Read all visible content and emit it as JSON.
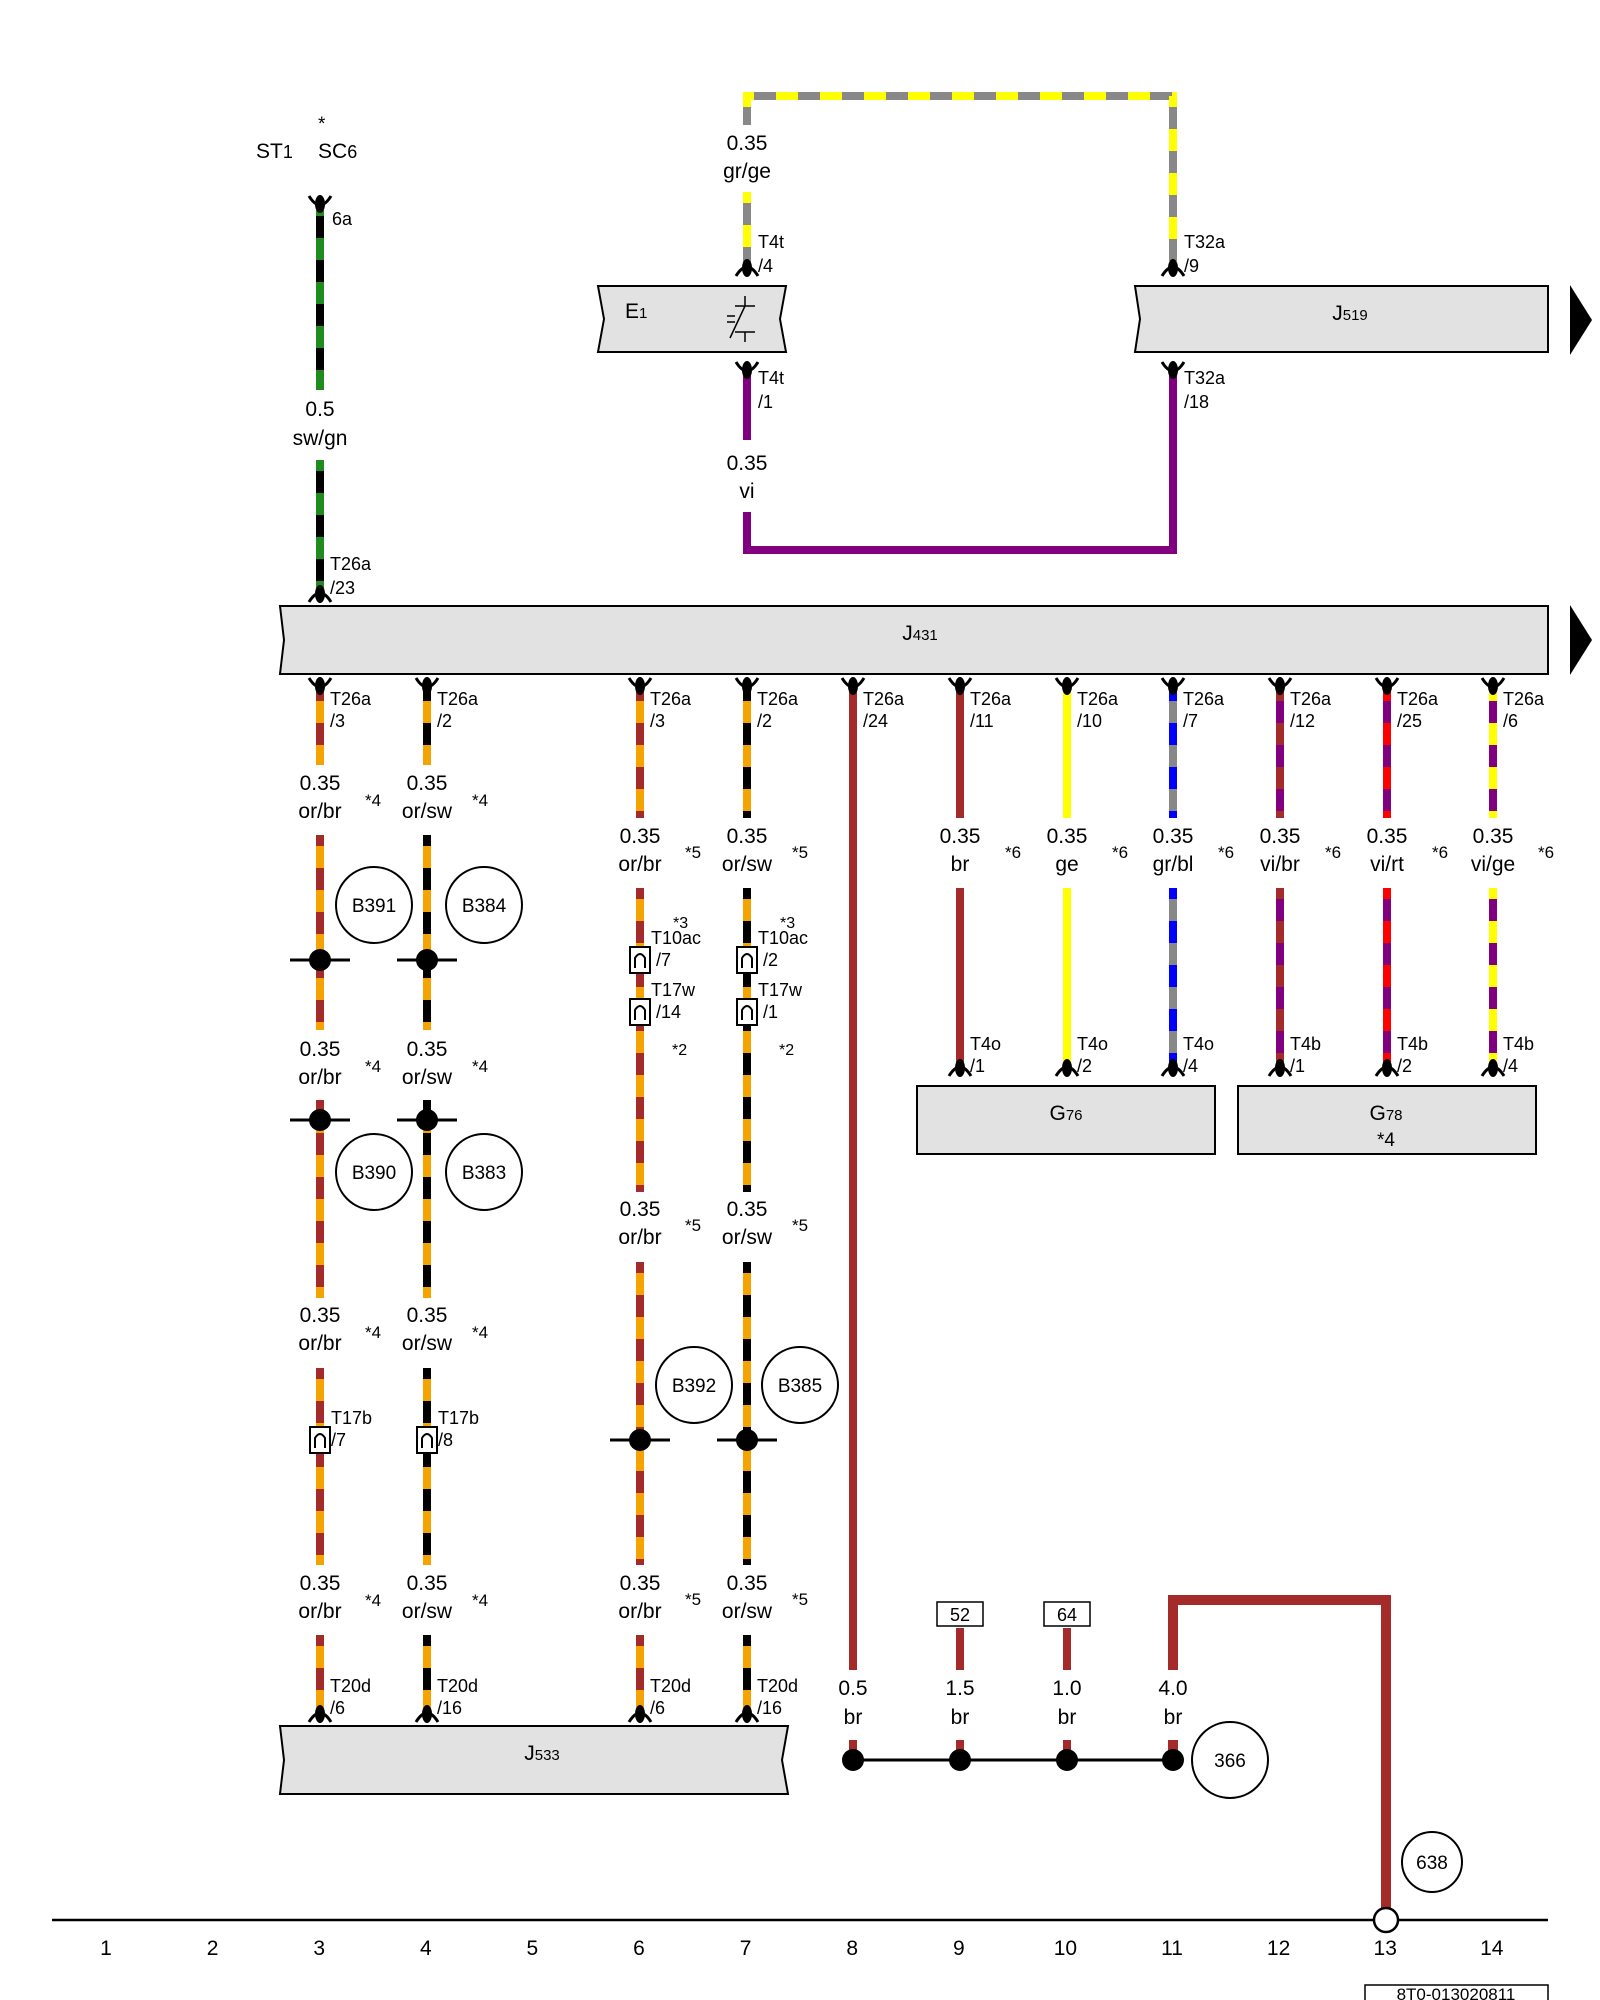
{
  "colors": {
    "or": "#f5a300",
    "br": "#a52a2a",
    "sw": "#000000",
    "gn": "#1e8c1e",
    "gr": "#888888",
    "ge": "#ffff00",
    "vi": "#800080",
    "bl": "#0000ff",
    "rt": "#ff0000"
  },
  "components": {
    "J431": {
      "id": "J",
      "sub": "431"
    },
    "J519": {
      "id": "J",
      "sub": "519"
    },
    "J533": {
      "id": "J",
      "sub": "533"
    },
    "E1": {
      "id": "E",
      "sub": "1"
    },
    "G76": {
      "id": "G",
      "sub": "76"
    },
    "G78": {
      "id": "G",
      "sub": "78",
      "note": "*4"
    }
  },
  "fuse": {
    "st": "ST",
    "st_sub": "1",
    "sc": "SC",
    "sc_sub": "6",
    "star": "*",
    "pin": "6a"
  },
  "wires": {
    "w1": {
      "size": "0.5",
      "color": "sw/gn"
    },
    "w2": {
      "size": "0.35",
      "color": "gr/ge"
    },
    "w3": {
      "size": "0.35",
      "color": "vi"
    },
    "w4": {
      "size": "0.35",
      "color": "or/br",
      "note": "*4"
    },
    "w5": {
      "size": "0.35",
      "color": "or/sw",
      "note": "*4"
    },
    "w6": {
      "size": "0.35",
      "color": "or/br",
      "note": "*5"
    },
    "w7": {
      "size": "0.35",
      "color": "or/sw",
      "note": "*5"
    },
    "w9": {
      "size": "0.35",
      "color": "br",
      "note": "*6"
    },
    "w10": {
      "size": "0.35",
      "color": "ge",
      "note": "*6"
    },
    "w11": {
      "size": "0.35",
      "color": "gr/bl",
      "note": "*6"
    },
    "w12": {
      "size": "0.35",
      "color": "vi/br",
      "note": "*6"
    },
    "w13": {
      "size": "0.35",
      "color": "vi/rt",
      "note": "*6"
    },
    "w14": {
      "size": "0.35",
      "color": "vi/ge",
      "note": "*6"
    },
    "g8": {
      "size": "0.5",
      "color": "br"
    },
    "g9": {
      "size": "1.5",
      "color": "br"
    },
    "g10": {
      "size": "1.0",
      "color": "br"
    },
    "g11": {
      "size": "4.0",
      "color": "br"
    }
  },
  "connectors": {
    "e1_top": {
      "name": "T4t",
      "pin": "/4"
    },
    "e1_bot": {
      "name": "T4t",
      "pin": "/1"
    },
    "j519_top": {
      "name": "T32a",
      "pin": "/9"
    },
    "j519_bot": {
      "name": "T32a",
      "pin": "/18"
    },
    "j431_in": {
      "name": "T26a",
      "pin": "/23"
    },
    "c3": {
      "name": "T26a",
      "pin": "/3"
    },
    "c4": {
      "name": "T26a",
      "pin": "/2"
    },
    "c6": {
      "name": "T26a",
      "pin": "/3"
    },
    "c7": {
      "name": "T26a",
      "pin": "/2"
    },
    "c8": {
      "name": "T26a",
      "pin": "/24"
    },
    "c9": {
      "name": "T26a",
      "pin": "/11"
    },
    "c10": {
      "name": "T26a",
      "pin": "/10"
    },
    "c11": {
      "name": "T26a",
      "pin": "/7"
    },
    "c12": {
      "name": "T26a",
      "pin": "/12"
    },
    "c13": {
      "name": "T26a",
      "pin": "/25"
    },
    "c14": {
      "name": "T26a",
      "pin": "/6"
    },
    "t10ac_6": {
      "name": "T10ac",
      "pin": "/7",
      "note": "*3"
    },
    "t10ac_7": {
      "name": "T10ac",
      "pin": "/2",
      "note": "*3"
    },
    "t17w_6": {
      "name": "T17w",
      "pin": "/14",
      "note": "*2"
    },
    "t17w_7": {
      "name": "T17w",
      "pin": "/1",
      "note": "*2"
    },
    "t17b_3": {
      "name": "T17b",
      "pin": "/7"
    },
    "t17b_4": {
      "name": "T17b",
      "pin": "/8"
    },
    "g76_1": {
      "name": "T4o",
      "pin": "/1"
    },
    "g76_2": {
      "name": "T4o",
      "pin": "/2"
    },
    "g76_4": {
      "name": "T4o",
      "pin": "/4"
    },
    "g78_1": {
      "name": "T4b",
      "pin": "/1"
    },
    "g78_2": {
      "name": "T4b",
      "pin": "/2"
    },
    "g78_4": {
      "name": "T4b",
      "pin": "/4"
    },
    "j533_3": {
      "name": "T20d",
      "pin": "/6"
    },
    "j533_4": {
      "name": "T20d",
      "pin": "/16"
    },
    "j533_6": {
      "name": "T20d",
      "pin": "/6"
    },
    "j533_7": {
      "name": "T20d",
      "pin": "/16"
    }
  },
  "splices": {
    "b391": "B391",
    "b384": "B384",
    "b390": "B390",
    "b383": "B383",
    "b392": "B392",
    "b385": "B385"
  },
  "ground_points": {
    "gp366": "366",
    "gp638": "638"
  },
  "refs": {
    "r52": "52",
    "r64": "64"
  },
  "footer": {
    "tracks": [
      "1",
      "2",
      "3",
      "4",
      "5",
      "6",
      "7",
      "8",
      "9",
      "10",
      "11",
      "12",
      "13",
      "14"
    ],
    "code": "8T0-013020811"
  }
}
